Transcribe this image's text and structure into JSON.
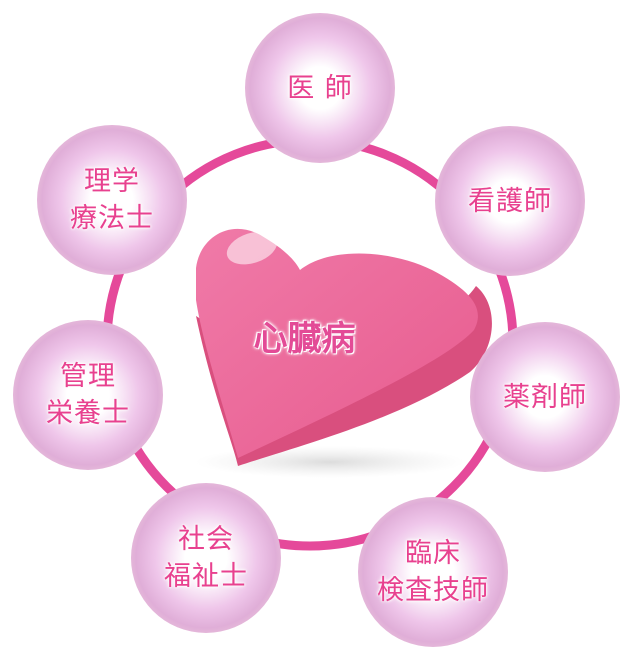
{
  "diagram": {
    "center_label": "心臓病",
    "nodes": [
      {
        "label": "医 師"
      },
      {
        "label": "看護師"
      },
      {
        "label": "薬剤師"
      },
      {
        "label": "臨床\n検査技師"
      },
      {
        "label": "社会\n福祉士"
      },
      {
        "label": "管理\n栄養士"
      },
      {
        "label": "理学\n療法士"
      }
    ]
  },
  "colors": {
    "ring": "#e5499a",
    "heart": "#ec6a9a",
    "label": "#e8418f"
  }
}
